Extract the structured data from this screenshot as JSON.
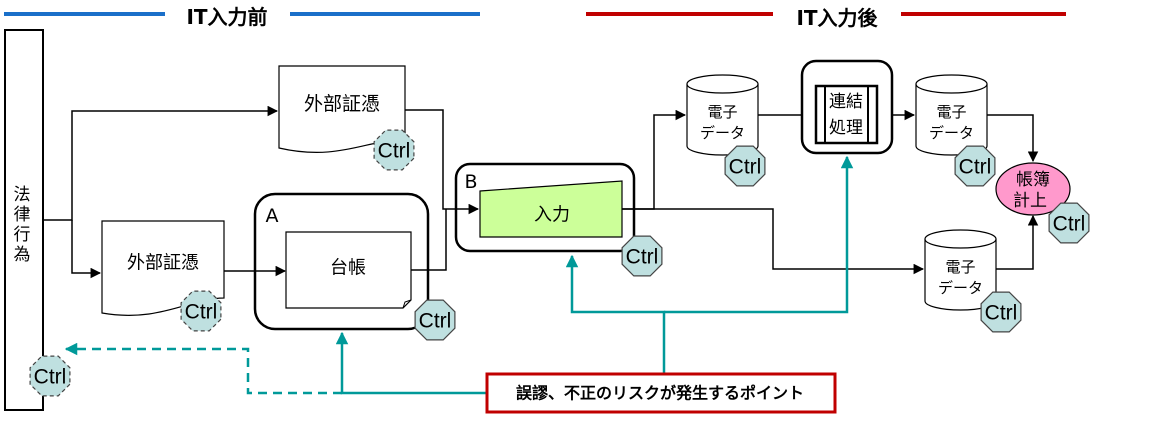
{
  "headers": {
    "before": "IT入力前",
    "after": "IT入力後"
  },
  "colors": {
    "before_line": "#1a6fc9",
    "after_line": "#c00000",
    "teal": "#009999",
    "ctrl_fill": "#bfe0e0",
    "input_fill": "#ccff99",
    "ledger_fill": "#ff99cc",
    "risk_border": "#c00000"
  },
  "legal_act": [
    "法",
    "律",
    "行",
    "為"
  ],
  "external_doc_label": "外部証憑",
  "box_a_label": "A",
  "ledger_label": "台帳",
  "box_b_label": "B",
  "input_label": "入力",
  "electronic_data": [
    "電子",
    "データ"
  ],
  "consolidation": [
    "連結",
    "処理"
  ],
  "book_entry": [
    "帳簿",
    "計上"
  ],
  "ctrl_label": "Ctrl",
  "risk_point": "誤謬、不正のリスクが発生するポイント"
}
